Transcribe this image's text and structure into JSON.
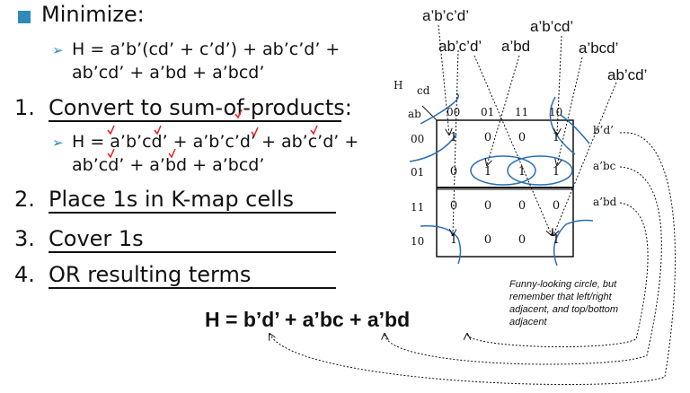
{
  "title": "Minimize:",
  "expression": {
    "line1": "H = a’b’(cd’ + c’d’) + ab’c’d’ +",
    "line2": "ab’cd’ + a’bd + a’bcd’"
  },
  "steps": [
    {
      "num": "1.",
      "label": "Convert to sum-of-products:"
    },
    {
      "num": "2.",
      "label": "Place 1s in K-map cells"
    },
    {
      "num": "3.",
      "label": "Cover 1s"
    },
    {
      "num": "4.",
      "label": "OR resulting terms"
    }
  ],
  "sop": {
    "line1": "H = a’b’cd’ + a’b’c’d’ + ab’c’d’ +",
    "line2": "ab’cd’ + a’bd + a’bcd’"
  },
  "result": "H = b’d’ + a’bc + a’bd",
  "note": [
    "Funny-looking circle, but",
    "remember that left/right",
    "adjacent, and top/bottom",
    "adjacent"
  ],
  "kmap": {
    "corner_h": "H",
    "corner_cd": "cd",
    "corner_ab": "ab",
    "col_headers": [
      "00",
      "01",
      "11",
      "10"
    ],
    "row_headers": [
      "00",
      "01",
      "11",
      "10"
    ],
    "cells": [
      [
        "1",
        "0",
        "0",
        "1"
      ],
      [
        "0",
        "1",
        "1",
        "1"
      ],
      [
        "0",
        "0",
        "0",
        "0"
      ],
      [
        "1",
        "0",
        "0",
        "1"
      ]
    ],
    "group_labels": [
      "b’d’",
      "a’bc",
      "a’bd"
    ]
  },
  "minterm_labels": [
    "a’b’c’d’",
    "a’b’cd’",
    "ab’c’d’",
    "a’bd",
    "a’bcd’",
    "ab’cd’"
  ],
  "colors": {
    "accent": "#2e8ab7",
    "check": "#e02020",
    "circle": "#2a6fb3"
  }
}
